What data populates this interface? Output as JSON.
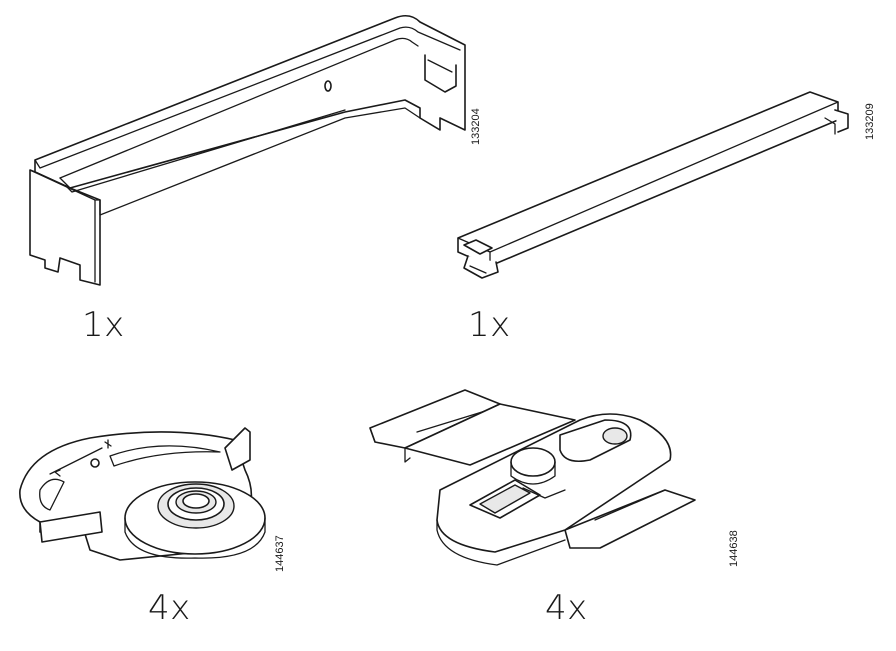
{
  "parts": [
    {
      "id": "bracket",
      "quantity": "1x",
      "article": "133204",
      "icon": "long-angled-bracket-icon"
    },
    {
      "id": "rail",
      "quantity": "1x",
      "article": "133209",
      "icon": "connector-rail-icon"
    },
    {
      "id": "cam-lock",
      "quantity": "4x",
      "article": "144637",
      "icon": "cam-lock-fitting-icon"
    },
    {
      "id": "clip",
      "quantity": "4x",
      "article": "144638",
      "icon": "mounting-clip-icon"
    }
  ]
}
